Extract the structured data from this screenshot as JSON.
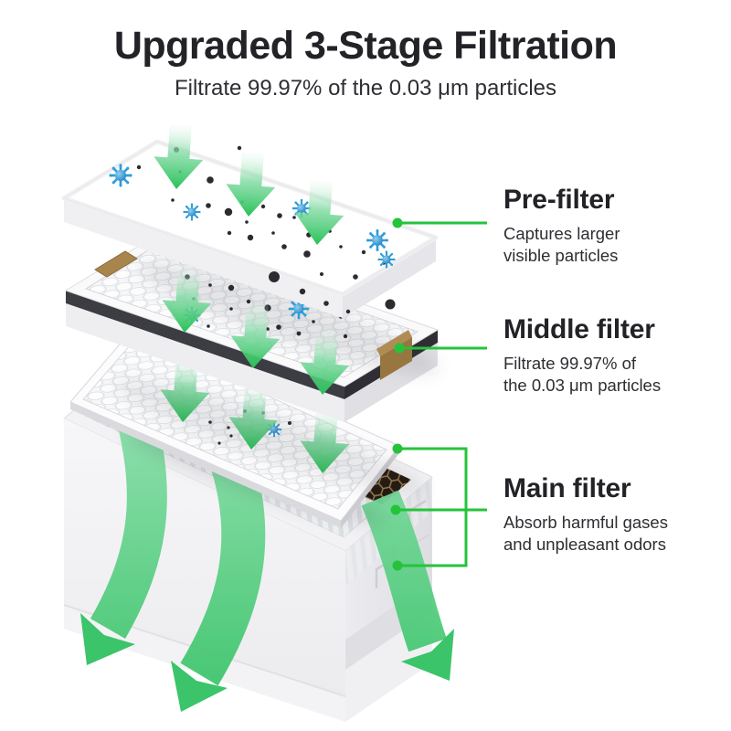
{
  "title": "Upgraded 3-Stage Filtration",
  "subtitle": "Filtrate 99.97% of the 0.03 μm particles",
  "stages": [
    {
      "id": "pre-filter",
      "heading": "Pre-filter",
      "description": "Captures larger\nvisible particles"
    },
    {
      "id": "middle-filter",
      "heading": "Middle filter",
      "description": "Filtrate 99.97% of\nthe 0.03 μm particles"
    },
    {
      "id": "main-filter",
      "heading": "Main filter",
      "description": "Absorb harmful gases\nand unpleasant odors"
    }
  ],
  "icons": {
    "down_arrow": "green gradient downward arrow",
    "flow_arrow": "curved green ribbon arrow",
    "virus": "blue spiked microbe dot",
    "dust": "dark round particle",
    "connector_dot": "green callout dot"
  },
  "theme": {
    "accent_green": "#25c33b",
    "arrow_green": "#2cc159",
    "ribbon_green": "#3ac368",
    "virus_blue": "#2f9ed9",
    "particle_dark": "#2b2b30",
    "tape_tan": "#a9854e",
    "honeycomb_wall": "#9a7b4c",
    "honeycomb_cell": "#221a10",
    "heading_color": "#222227",
    "text_color": "#2e2e33"
  }
}
